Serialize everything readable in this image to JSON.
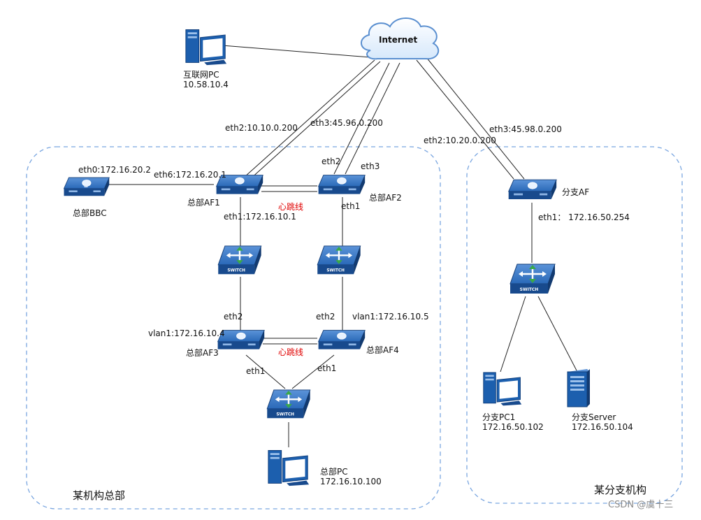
{
  "cloud": {
    "label": "Internet"
  },
  "devices": {
    "internet_pc": {
      "name": "互联网PC",
      "ip": "10.58.10.4"
    },
    "hq_bbc": {
      "name": "总部BBC"
    },
    "hq_af1": {
      "name": "总部AF1"
    },
    "hq_af2": {
      "name": "总部AF2"
    },
    "hq_af3": {
      "name": "总部AF3"
    },
    "hq_af4": {
      "name": "总部AF4"
    },
    "hq_pc": {
      "name": "总部PC",
      "ip": "172.16.10.100"
    },
    "branch_af": {
      "name": "分支AF"
    },
    "branch_pc1": {
      "name": "分支PC1",
      "ip": "172.16.50.102"
    },
    "branch_server": {
      "name": "分支Server",
      "ip": "172.16.50.104"
    },
    "switch_label": "SWITCH"
  },
  "interfaces": {
    "af1_eth2": "eth2:10.10.0.200",
    "af1_eth3": "eth3:45.96.0.200",
    "bbc_eth0": "eth0:172.16.20.2",
    "af1_eth6": "eth6:172.16.20.1",
    "af1_eth1": "eth1:172.16.10.1",
    "af2_eth2": "eth2",
    "af2_eth3": "eth3",
    "af2_eth1": "eth1",
    "heartbeat_top": "心跳线",
    "af3_eth2": "eth2",
    "af3_vlan1": "vlan1:172.16.10.4",
    "af4_eth2": "eth2",
    "af4_vlan1": "vlan1:172.16.10.5",
    "heartbeat_bottom": "心跳线",
    "af3_eth1": "eth1",
    "af4_eth1": "eth1",
    "branch_eth2": "eth2:10.20.0.200",
    "branch_eth3": "eth3:45.98.0.200",
    "branch_eth1": "eth1： 172.16.50.254"
  },
  "zones": {
    "hq": "某机构总部",
    "branch": "某分支机构"
  },
  "watermark": "CSDN @虞十三",
  "colors": {
    "zone_border": "#7aa6e0",
    "device_blue": "#1c5fae",
    "heartbeat_text": "#e00000",
    "switch_arrow": "#3aa84a"
  }
}
